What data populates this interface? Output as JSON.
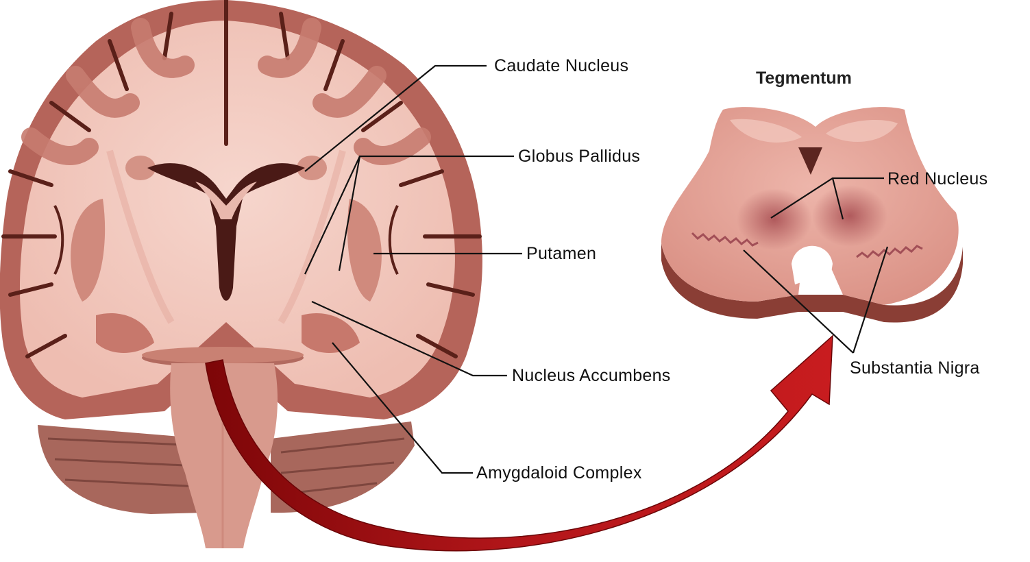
{
  "title": "Tegmentum",
  "labels": {
    "caudate_nucleus": "Caudate Nucleus",
    "globus_pallidus": "Globus Pallidus",
    "putamen": "Putamen",
    "nucleus_accumbens": "Nucleus Accumbens",
    "amygdaloid_complex": "Amygdaloid Complex",
    "red_nucleus": "Red Nucleus",
    "substantia_nigra": "Substantia Nigra"
  },
  "colors": {
    "background": "#ffffff",
    "cortex": "#b5645a",
    "white_matter": "#f2c9bf",
    "ventricle": "#4a1a16",
    "arrow": "#a80d10",
    "tegmentum": "#e3a69b"
  }
}
